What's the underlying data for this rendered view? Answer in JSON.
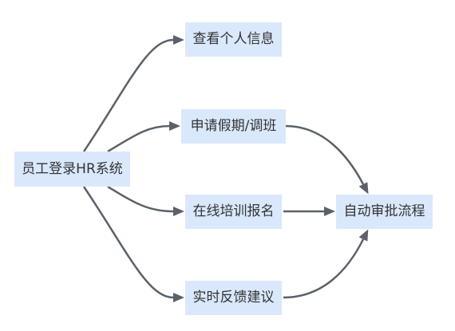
{
  "colors": {
    "background": "#ffffff",
    "node_fill": "#dae8fc",
    "node_text": "#333333",
    "edge": "#5b6169"
  },
  "nodes": [
    {
      "label": "员工登录HR系统"
    },
    {
      "label": "查看个人信息"
    },
    {
      "label": "申请假期/调班"
    },
    {
      "label": "在线培训报名"
    },
    {
      "label": "实时反馈建议"
    },
    {
      "label": "自动审批流程"
    }
  ],
  "edges": [
    {
      "from": 0,
      "to": 1
    },
    {
      "from": 0,
      "to": 2
    },
    {
      "from": 0,
      "to": 3
    },
    {
      "from": 0,
      "to": 4
    },
    {
      "from": 2,
      "to": 5
    },
    {
      "from": 3,
      "to": 5
    },
    {
      "from": 4,
      "to": 5
    }
  ]
}
